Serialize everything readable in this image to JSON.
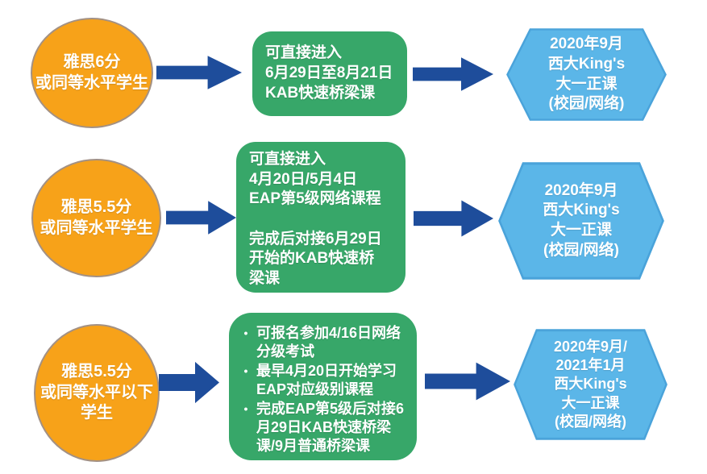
{
  "bullet_char": "•",
  "colors": {
    "circle_fill": "#F7A219",
    "circle_border": "#A39184",
    "box_fill": "#37A769",
    "hexagon_fill": "#5BB6E8",
    "hexagon_border": "#4AA3DA",
    "arrow": "#1E4D9B",
    "text": "#FFFFFF"
  },
  "rows": [
    {
      "circle": "雅思6分\n或同等水平学生",
      "box": {
        "text": "可直接进入\n6月29日至8月21日\nKAB快速桥梁课"
      },
      "hexagon": "2020年9月\n西大King's\n大一正课\n(校园/网络)"
    },
    {
      "circle": "雅思5.5分\n或同等水平学生",
      "box": {
        "text": "可直接进入\n4月20日/5月4日\nEAP第5级网络课程\n\n完成后对接6月29日\n开始的KAB快速桥\n梁课"
      },
      "hexagon": "2020年9月\n西大King's\n大一正课\n(校园/网络)"
    },
    {
      "circle": "雅思5.5分\n或同等水平以下\n学生",
      "box": {
        "bullets": [
          "可报名参加4/16日网络分级考试",
          "最早4月20日开始学习EAP对应级别课程",
          "完成EAP第5级后对接6月29日KAB快速桥梁课/9月普通桥梁课"
        ]
      },
      "hexagon": "2020年9月/\n2021年1月\n西大King's\n大一正课\n(校园/网络)"
    }
  ]
}
